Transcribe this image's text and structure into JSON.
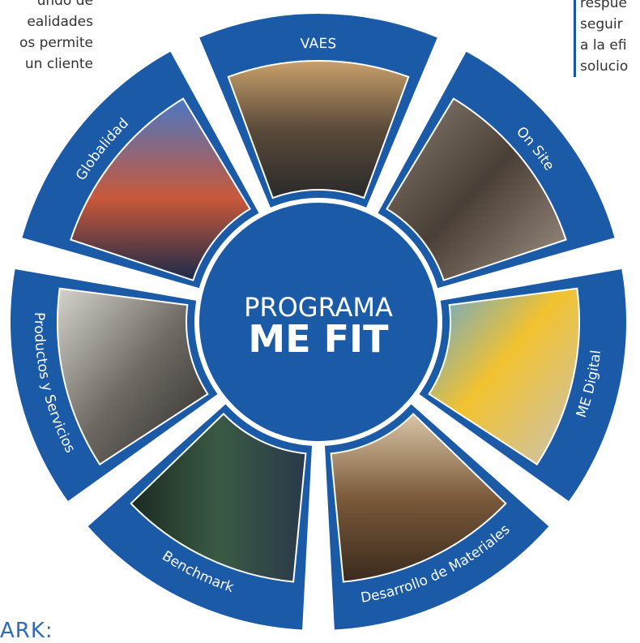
{
  "left_text": [
    "undo de",
    "ealidades",
    "os permite",
    "un cliente"
  ],
  "right_text": [
    "respue",
    "seguir",
    "a la efi",
    "solucio"
  ],
  "bottom_text": "ARK:",
  "center": {
    "line1": "PROGRAMA",
    "line2": "ME FIT"
  },
  "segments": [
    {
      "label": "VAES",
      "photo": "workers-in-hardhats"
    },
    {
      "label": "On Site",
      "photo": "mill-interior-workers"
    },
    {
      "label": "ME Digital",
      "photo": "digital-mill-model"
    },
    {
      "label": "Desarrollo de Materiales",
      "photo": "foundry-pour"
    },
    {
      "label": "Benchmark",
      "photo": "stock-chart"
    },
    {
      "label": "Productos y Servicios",
      "photo": "mill-liner-closeup"
    },
    {
      "label": "Globalidad",
      "photo": "container-port"
    }
  ],
  "colors": {
    "brand_blue": "#1b5aa6",
    "ring_white": "#ffffff",
    "text_grey": "#333333",
    "heading_blue": "#2f6cb5"
  }
}
